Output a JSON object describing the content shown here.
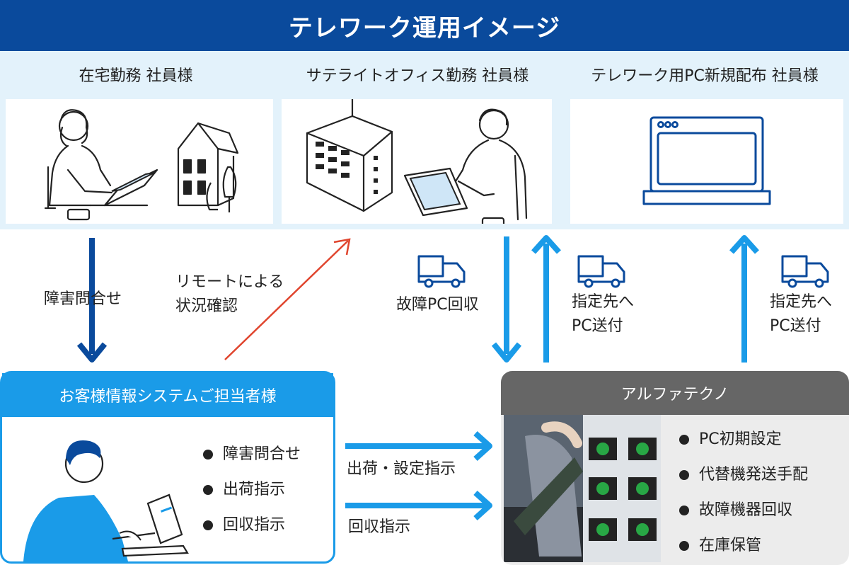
{
  "title": "テレワーク運用イメージ",
  "panels": {
    "home": {
      "label": "在宅勤務 社員様"
    },
    "satellite": {
      "label": "サテライトオフィス勤務 社員様"
    },
    "new_pc": {
      "label": "テレワーク用PC新規配布 社員様"
    }
  },
  "flow": {
    "inquiry": "障害問合せ",
    "remote_line1": "リモートによる",
    "remote_line2": "状況確認",
    "fault_pc": "故障PC回収",
    "ship1_line1": "指定先へ",
    "ship1_line2": "PC送付",
    "ship2_line1": "指定先へ",
    "ship2_line2": "PC送付",
    "ship_setup": "出荷・設定指示",
    "collect": "回収指示"
  },
  "customer": {
    "title": "お客様情報システムご担当者様",
    "items": [
      "障害問合せ",
      "出荷指示",
      "回収指示"
    ]
  },
  "alpha": {
    "title": "アルファテクノ",
    "items": [
      "PC初期設定",
      "代替機発送手配",
      "故障機器回収",
      "在庫保管"
    ]
  },
  "colors": {
    "title_bg": "#0a4a9c",
    "arrow_dark": "#0a4a9c",
    "arrow_light": "#1a9be8",
    "arrow_red": "#e0452e",
    "panel_head": "#e3f2fb"
  }
}
